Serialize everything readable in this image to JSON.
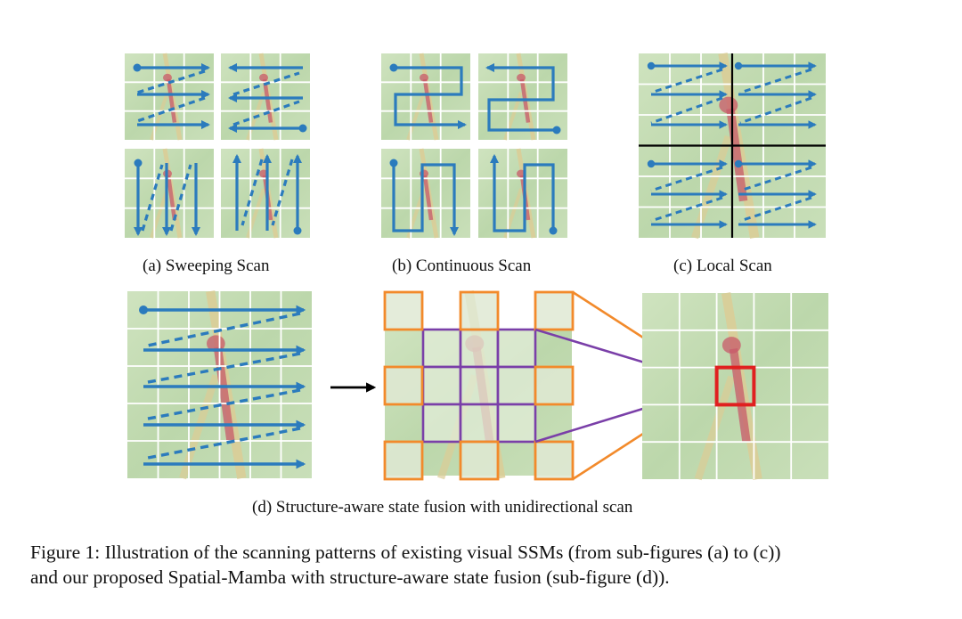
{
  "subfigures": {
    "a": {
      "caption": "(a) Sweeping Scan"
    },
    "b": {
      "caption": "(b) Continuous Scan"
    },
    "c": {
      "caption": "(c) Local Scan"
    },
    "d": {
      "caption": "(d) Structure-aware state fusion with unidirectional scan"
    }
  },
  "figure_caption": {
    "line1": "Figure 1: Illustration of the scanning patterns of existing visual SSMs (from sub-figures (a) to (c))",
    "line2": "and our proposed Spatial-Mamba with structure-aware state fusion (sub-figure (d))."
  },
  "colors": {
    "scan_arrow": "#2b7bbd",
    "image_bg": "#c4dcb4",
    "grid_line": "#ffffff",
    "fusion_outer": "#f28a2b",
    "fusion_inner": "#7a3fa8",
    "target_box": "#e02020",
    "divider": "#000000"
  }
}
